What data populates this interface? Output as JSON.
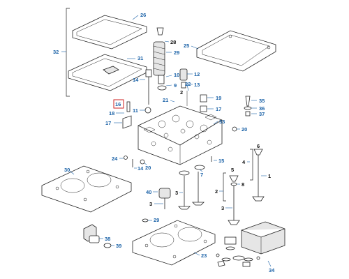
{
  "colors": {
    "callout": "#1c63a8",
    "highlight_box": "#cc2222",
    "line": "#222222"
  },
  "callouts": {
    "c1": "1",
    "c2": "2",
    "c3": "3",
    "c3b": "3",
    "c4": "4",
    "c5": "5",
    "c6": "6",
    "c7": "7",
    "c8": "8",
    "c9": "9",
    "c10": "10",
    "c11": "11",
    "c12": "12",
    "c13": "13",
    "c14": "14",
    "c15": "15",
    "c16": "16",
    "c17": "17",
    "c17b": "17",
    "c18": "18",
    "c19": "19",
    "c20": "20",
    "c20b": "20",
    "c21": "21",
    "c22": "22",
    "c23": "23",
    "c24": "24",
    "c25": "25",
    "c26": "26",
    "c28": "28",
    "c29": "29",
    "c30": "30",
    "c31": "31",
    "c32": "32",
    "c33": "33",
    "c34": "34",
    "c35": "35",
    "c36": "36",
    "c37": "37",
    "c38": "38",
    "c39": "39",
    "c40": "40"
  }
}
